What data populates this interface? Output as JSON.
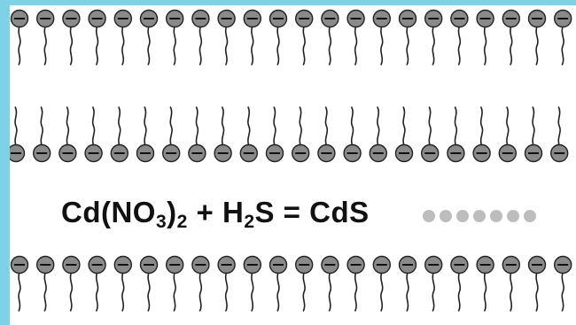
{
  "equation": {
    "cd_no3": "Cd(NO",
    "sub_3": "3",
    "close_paren": ")",
    "sub_2a": "2",
    "plus_h": " + H",
    "sub_2b": "2",
    "s_equals_cds": "S = CdS"
  },
  "layers": [
    {
      "id": "top-monolayer",
      "tails": "down",
      "molecules": 22
    },
    {
      "id": "middle-monolayer",
      "tails": "up",
      "molecules": 22
    },
    {
      "id": "bottom-monolayer",
      "tails": "down",
      "molecules": 22
    }
  ],
  "product_particles": 7,
  "colors": {
    "border": "#7fd2e6",
    "headgroup": "#8a8a8a",
    "headgroup_outline": "#222222",
    "tail": "#222222",
    "cds_particle": "#bdbdbd"
  },
  "icons": {
    "headgroup": "minus-sign-circle-icon",
    "tail": "wavy-hydrocarbon-tail-icon"
  }
}
